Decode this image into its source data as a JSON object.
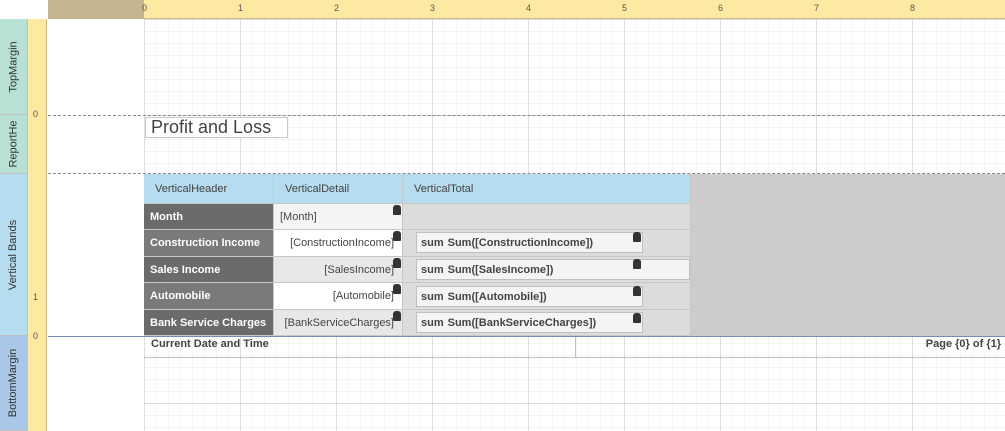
{
  "ruler": {
    "ticks": [
      "0",
      "1",
      "2",
      "3",
      "4",
      "5",
      "6",
      "7",
      "8"
    ]
  },
  "bands": {
    "top_margin": "TopMargin",
    "report_header": "ReportHe",
    "vertical_bands": "Vertical Bands",
    "bottom_margin": "BottomMargin"
  },
  "left_ruler": {
    "r1": "0",
    "r2": "1",
    "r3": "0"
  },
  "title": "Profit and Loss",
  "headers": [
    "VerticalHeader",
    "VerticalDetail",
    "VerticalTotal"
  ],
  "rows": [
    {
      "label": "Month",
      "detail": "[Month]",
      "total": ""
    },
    {
      "label": "Construction Income",
      "detail": "[ConstructionIncome]",
      "total": "Sum([ConstructionIncome])"
    },
    {
      "label": "Sales Income",
      "detail": "[SalesIncome]",
      "total": "Sum([SalesIncome])"
    },
    {
      "label": "Automobile",
      "detail": "[Automobile]",
      "total": "Sum([Automobile])"
    },
    {
      "label": "Bank Service Charges",
      "detail": "[BankServiceCharges]",
      "total": "Sum([BankServiceCharges])"
    }
  ],
  "sum_prefix": "sum",
  "footer": {
    "left": "Current Date and Time",
    "right": "Page {0} of {1}"
  },
  "icons": {
    "field_icon": "database-icon"
  },
  "colors": {
    "header_blue": "#b5dcef",
    "label_dark": "#6b6b6b",
    "ruler_yellow": "#fde9a2"
  }
}
